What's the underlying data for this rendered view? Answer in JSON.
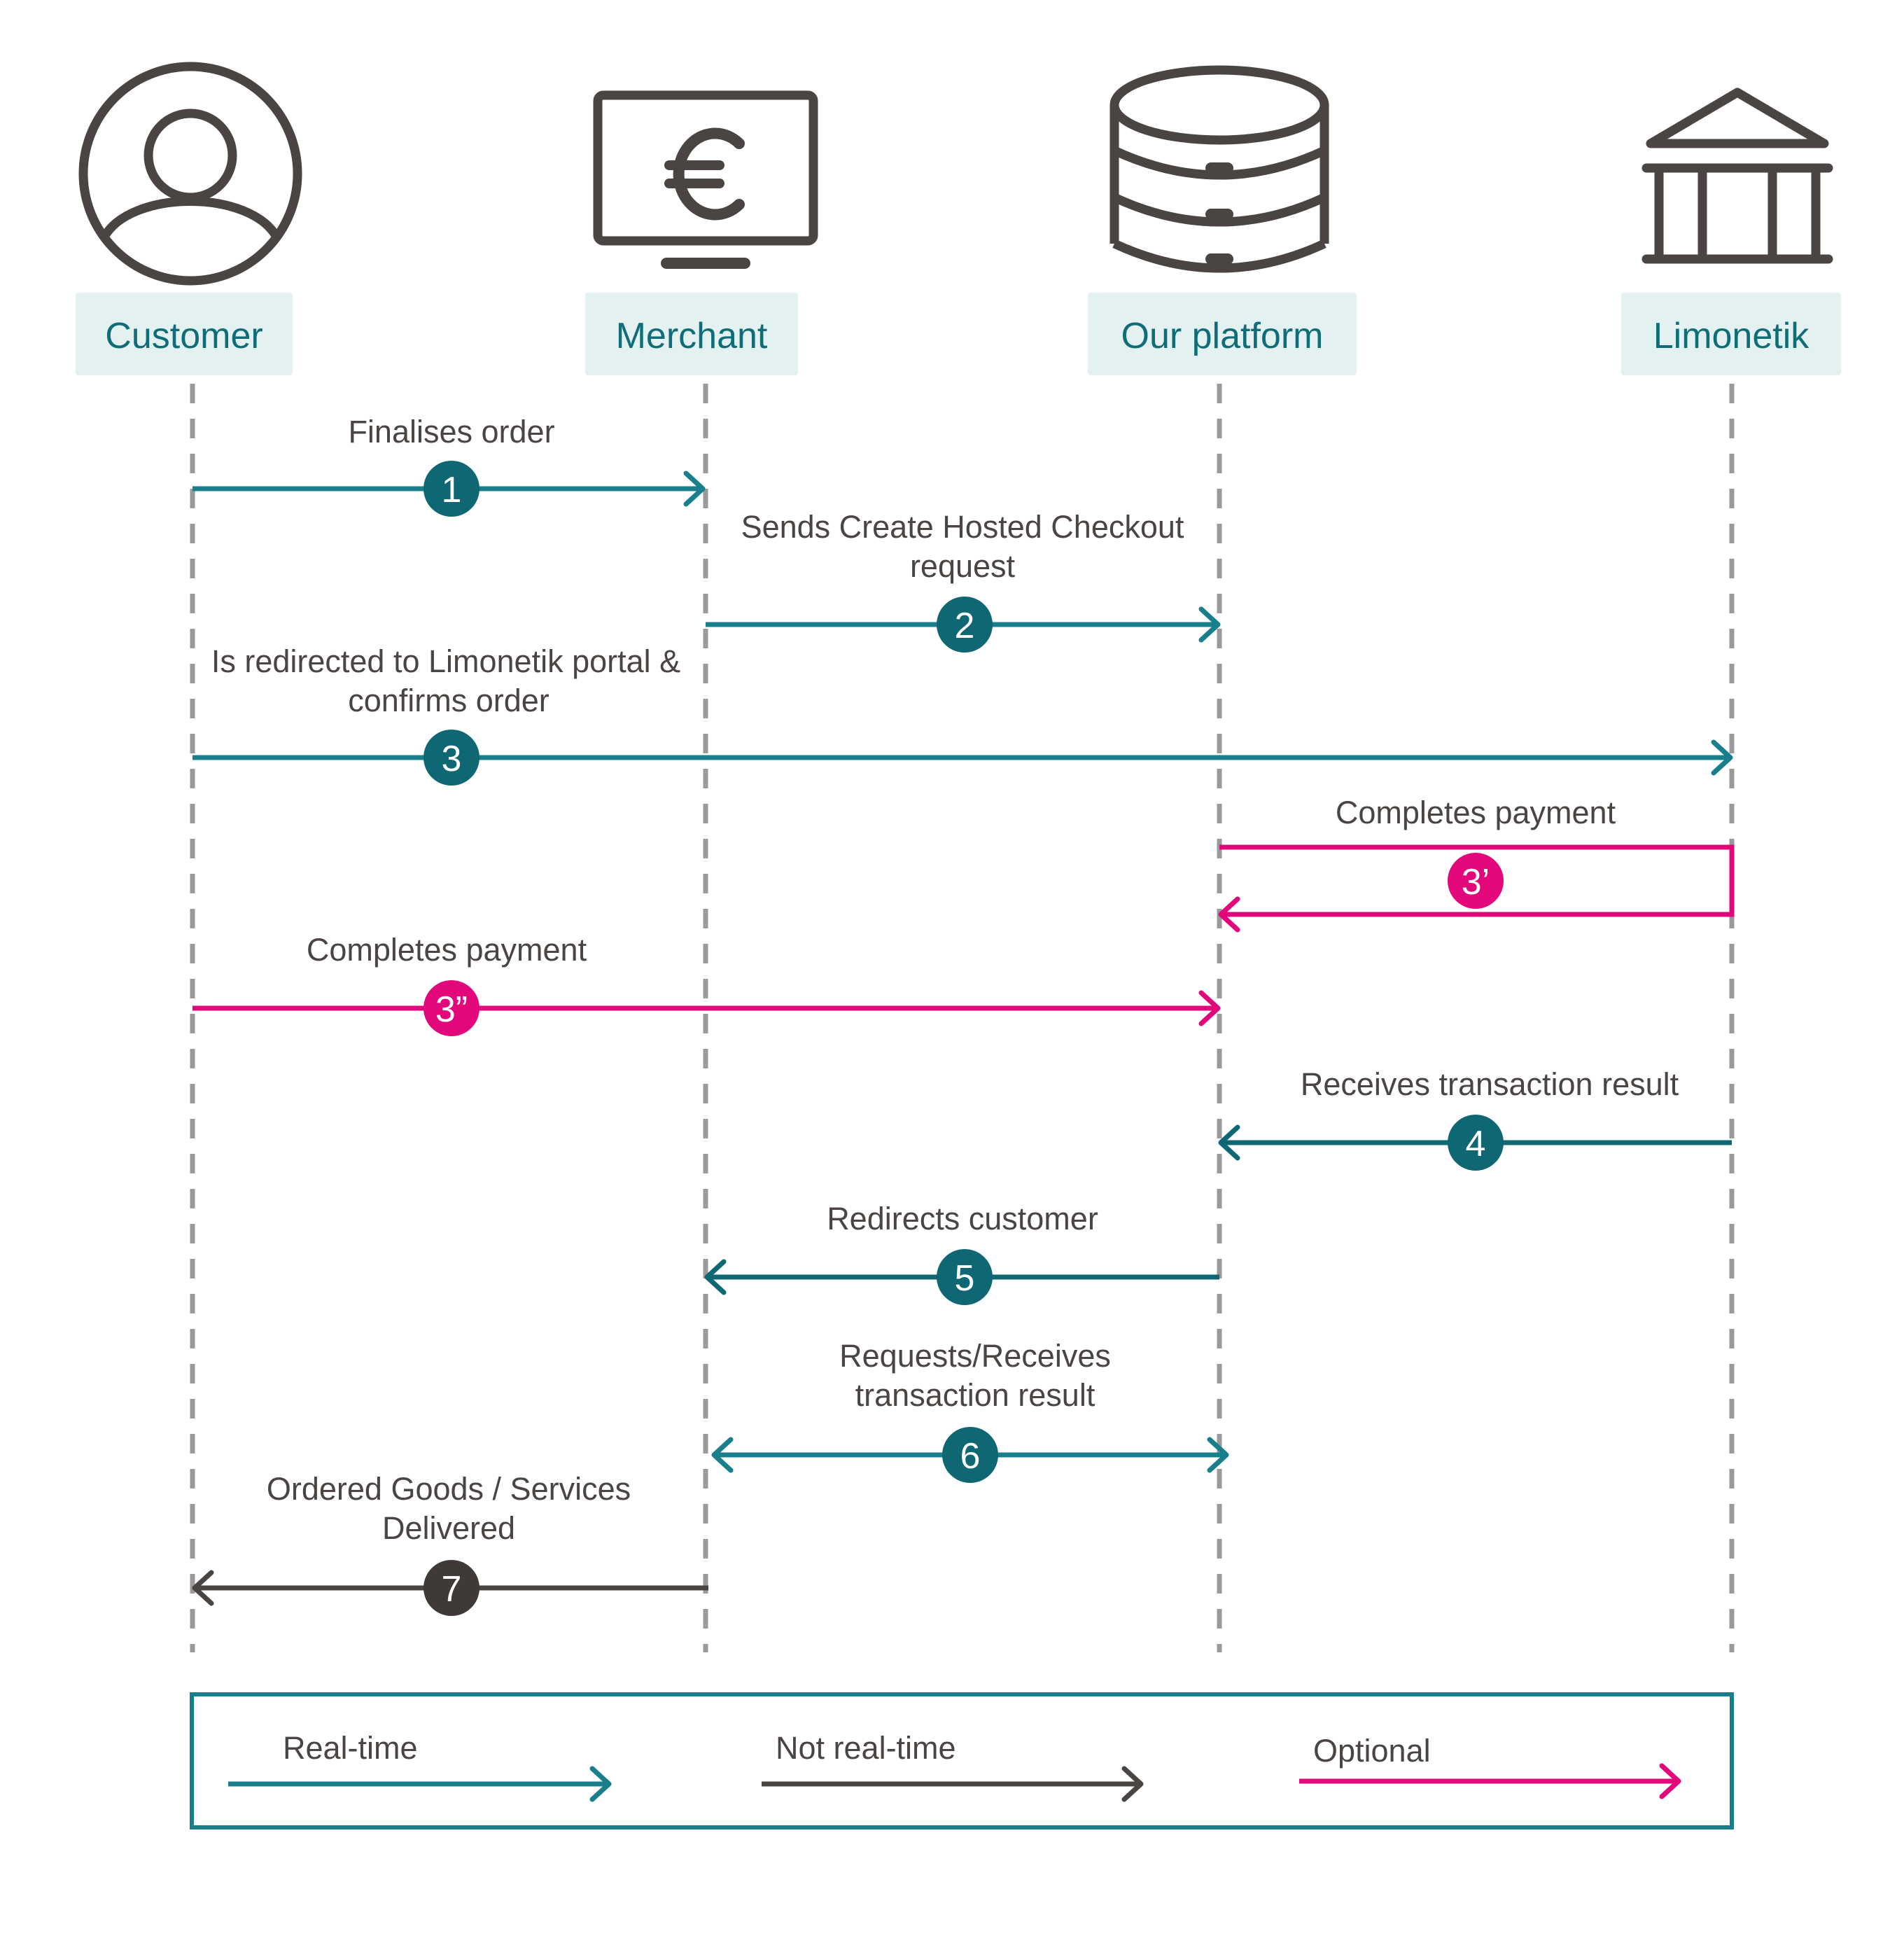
{
  "colors": {
    "realtime": "#1a7f8c",
    "badge_dark": "#0e6772",
    "not_realtime": "#4a4543",
    "optional": "#e2087c",
    "icon": "#4a4543",
    "actor_bg": "#e3f1f1",
    "actor_text": "#0e6d78",
    "lifeline": "#9a9a9a"
  },
  "actors": [
    {
      "label": "Customer",
      "icon": "user-icon"
    },
    {
      "label": "Merchant",
      "icon": "euro-monitor-icon"
    },
    {
      "label": "Our platform",
      "icon": "database-icon"
    },
    {
      "label": "Limonetik",
      "icon": "bank-icon"
    }
  ],
  "steps": [
    {
      "num": "1",
      "from": 0,
      "to": 1,
      "type": "realtime",
      "label": [
        "Finalises order"
      ]
    },
    {
      "num": "2",
      "from": 1,
      "to": 2,
      "type": "realtime",
      "label": [
        "Sends Create Hosted Checkout",
        "request"
      ]
    },
    {
      "num": "3",
      "from": 0,
      "to": 3,
      "type": "realtime",
      "label": [
        "Is redirected to Limonetik portal &",
        "confirms order"
      ]
    },
    {
      "num": "3’",
      "from": 3,
      "to": 2,
      "type": "optional",
      "label": [
        "Completes payment"
      ]
    },
    {
      "num": "3”",
      "from": 0,
      "to": 2,
      "type": "optional",
      "label": [
        "Completes payment"
      ]
    },
    {
      "num": "4",
      "from": 3,
      "to": 2,
      "type": "realtime",
      "label": [
        "Receives transaction result"
      ]
    },
    {
      "num": "5",
      "from": 2,
      "to": 1,
      "type": "realtime",
      "label": [
        "Redirects customer"
      ]
    },
    {
      "num": "6",
      "from": 1,
      "to": 2,
      "type": "realtime",
      "bidirectional": true,
      "label": [
        "Requests/Receives",
        "transaction result"
      ]
    },
    {
      "num": "7",
      "from": 1,
      "to": 0,
      "type": "not_realtime",
      "label": [
        "Ordered Goods / Services",
        "Delivered"
      ]
    }
  ],
  "legend": [
    {
      "label": "Real-time",
      "type": "realtime"
    },
    {
      "label": "Not real-time",
      "type": "not_realtime"
    },
    {
      "label": "Optional",
      "type": "optional"
    }
  ]
}
